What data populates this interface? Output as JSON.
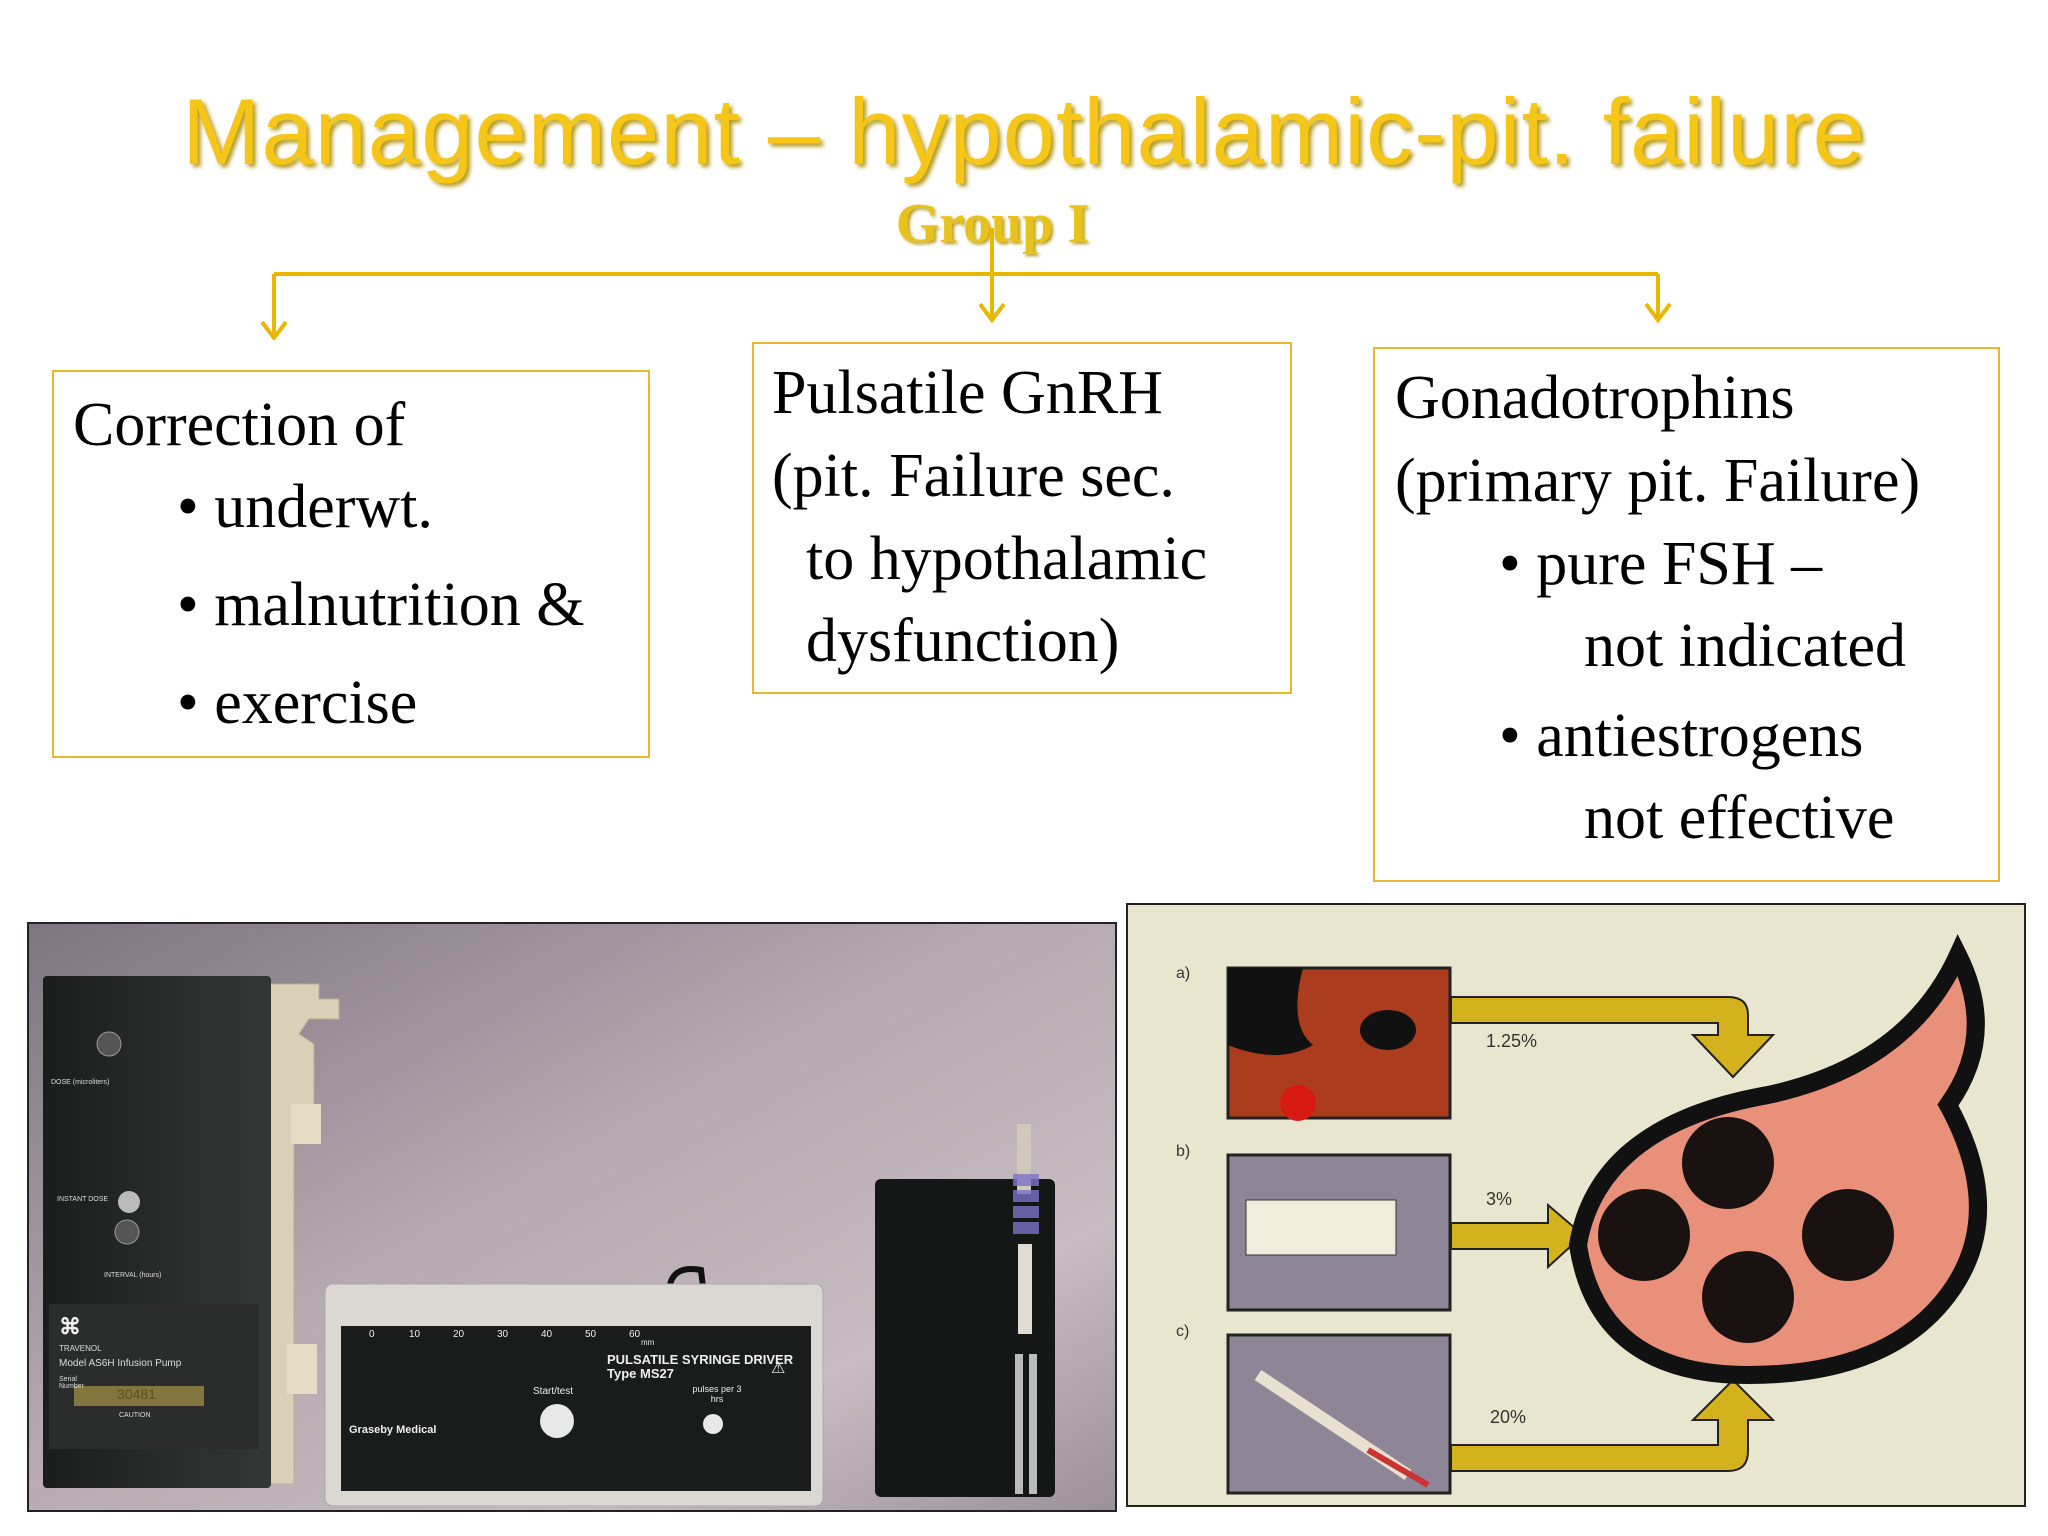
{
  "slide": {
    "title": "Management – hypothalamic-pit. failure",
    "subtitle": "Group I",
    "colors": {
      "title": "#f5c518",
      "connector": "#e8b800",
      "box_border": "#e9b830"
    },
    "boxes": [
      {
        "lines": [
          "Correction of",
          "• underwt.",
          "• malnutrition &",
          "• exercise"
        ]
      },
      {
        "lines": [
          "Pulsatile GnRH",
          "(pit. Failure sec.",
          "to hypothalamic",
          "dysfunction)"
        ]
      },
      {
        "lines": [
          "Gonadotrophins",
          "(primary pit. Failure)",
          "• pure FSH –",
          "not indicated",
          "• antiestrogens",
          "not effective"
        ]
      }
    ]
  },
  "photo_left": {
    "travenol": {
      "brand": "TRAVENOL",
      "model": "Model AS6H Infusion Pump",
      "dose_label": "DOSE (microliters)",
      "instant_dose": "INSTANT DOSE",
      "interval_label": "INTERVAL (hours)",
      "serial_label": "Serial Number",
      "serial": "30481",
      "caution": "CAUTION"
    },
    "graseby": {
      "title": "PULSATILE SYRINGE DRIVER",
      "type": "Type MS27",
      "start_label": "Start/test",
      "pulses_label": "pulses per 3 hrs",
      "brand": "Graseby Medical",
      "scale": [
        "0",
        "10",
        "20",
        "30",
        "40",
        "50",
        "60"
      ],
      "scale_unit": "mm"
    }
  },
  "photo_right": {
    "labels": [
      "a)",
      "b)",
      "c)"
    ],
    "percentages": [
      "1.25%",
      "3%",
      "20%"
    ]
  }
}
